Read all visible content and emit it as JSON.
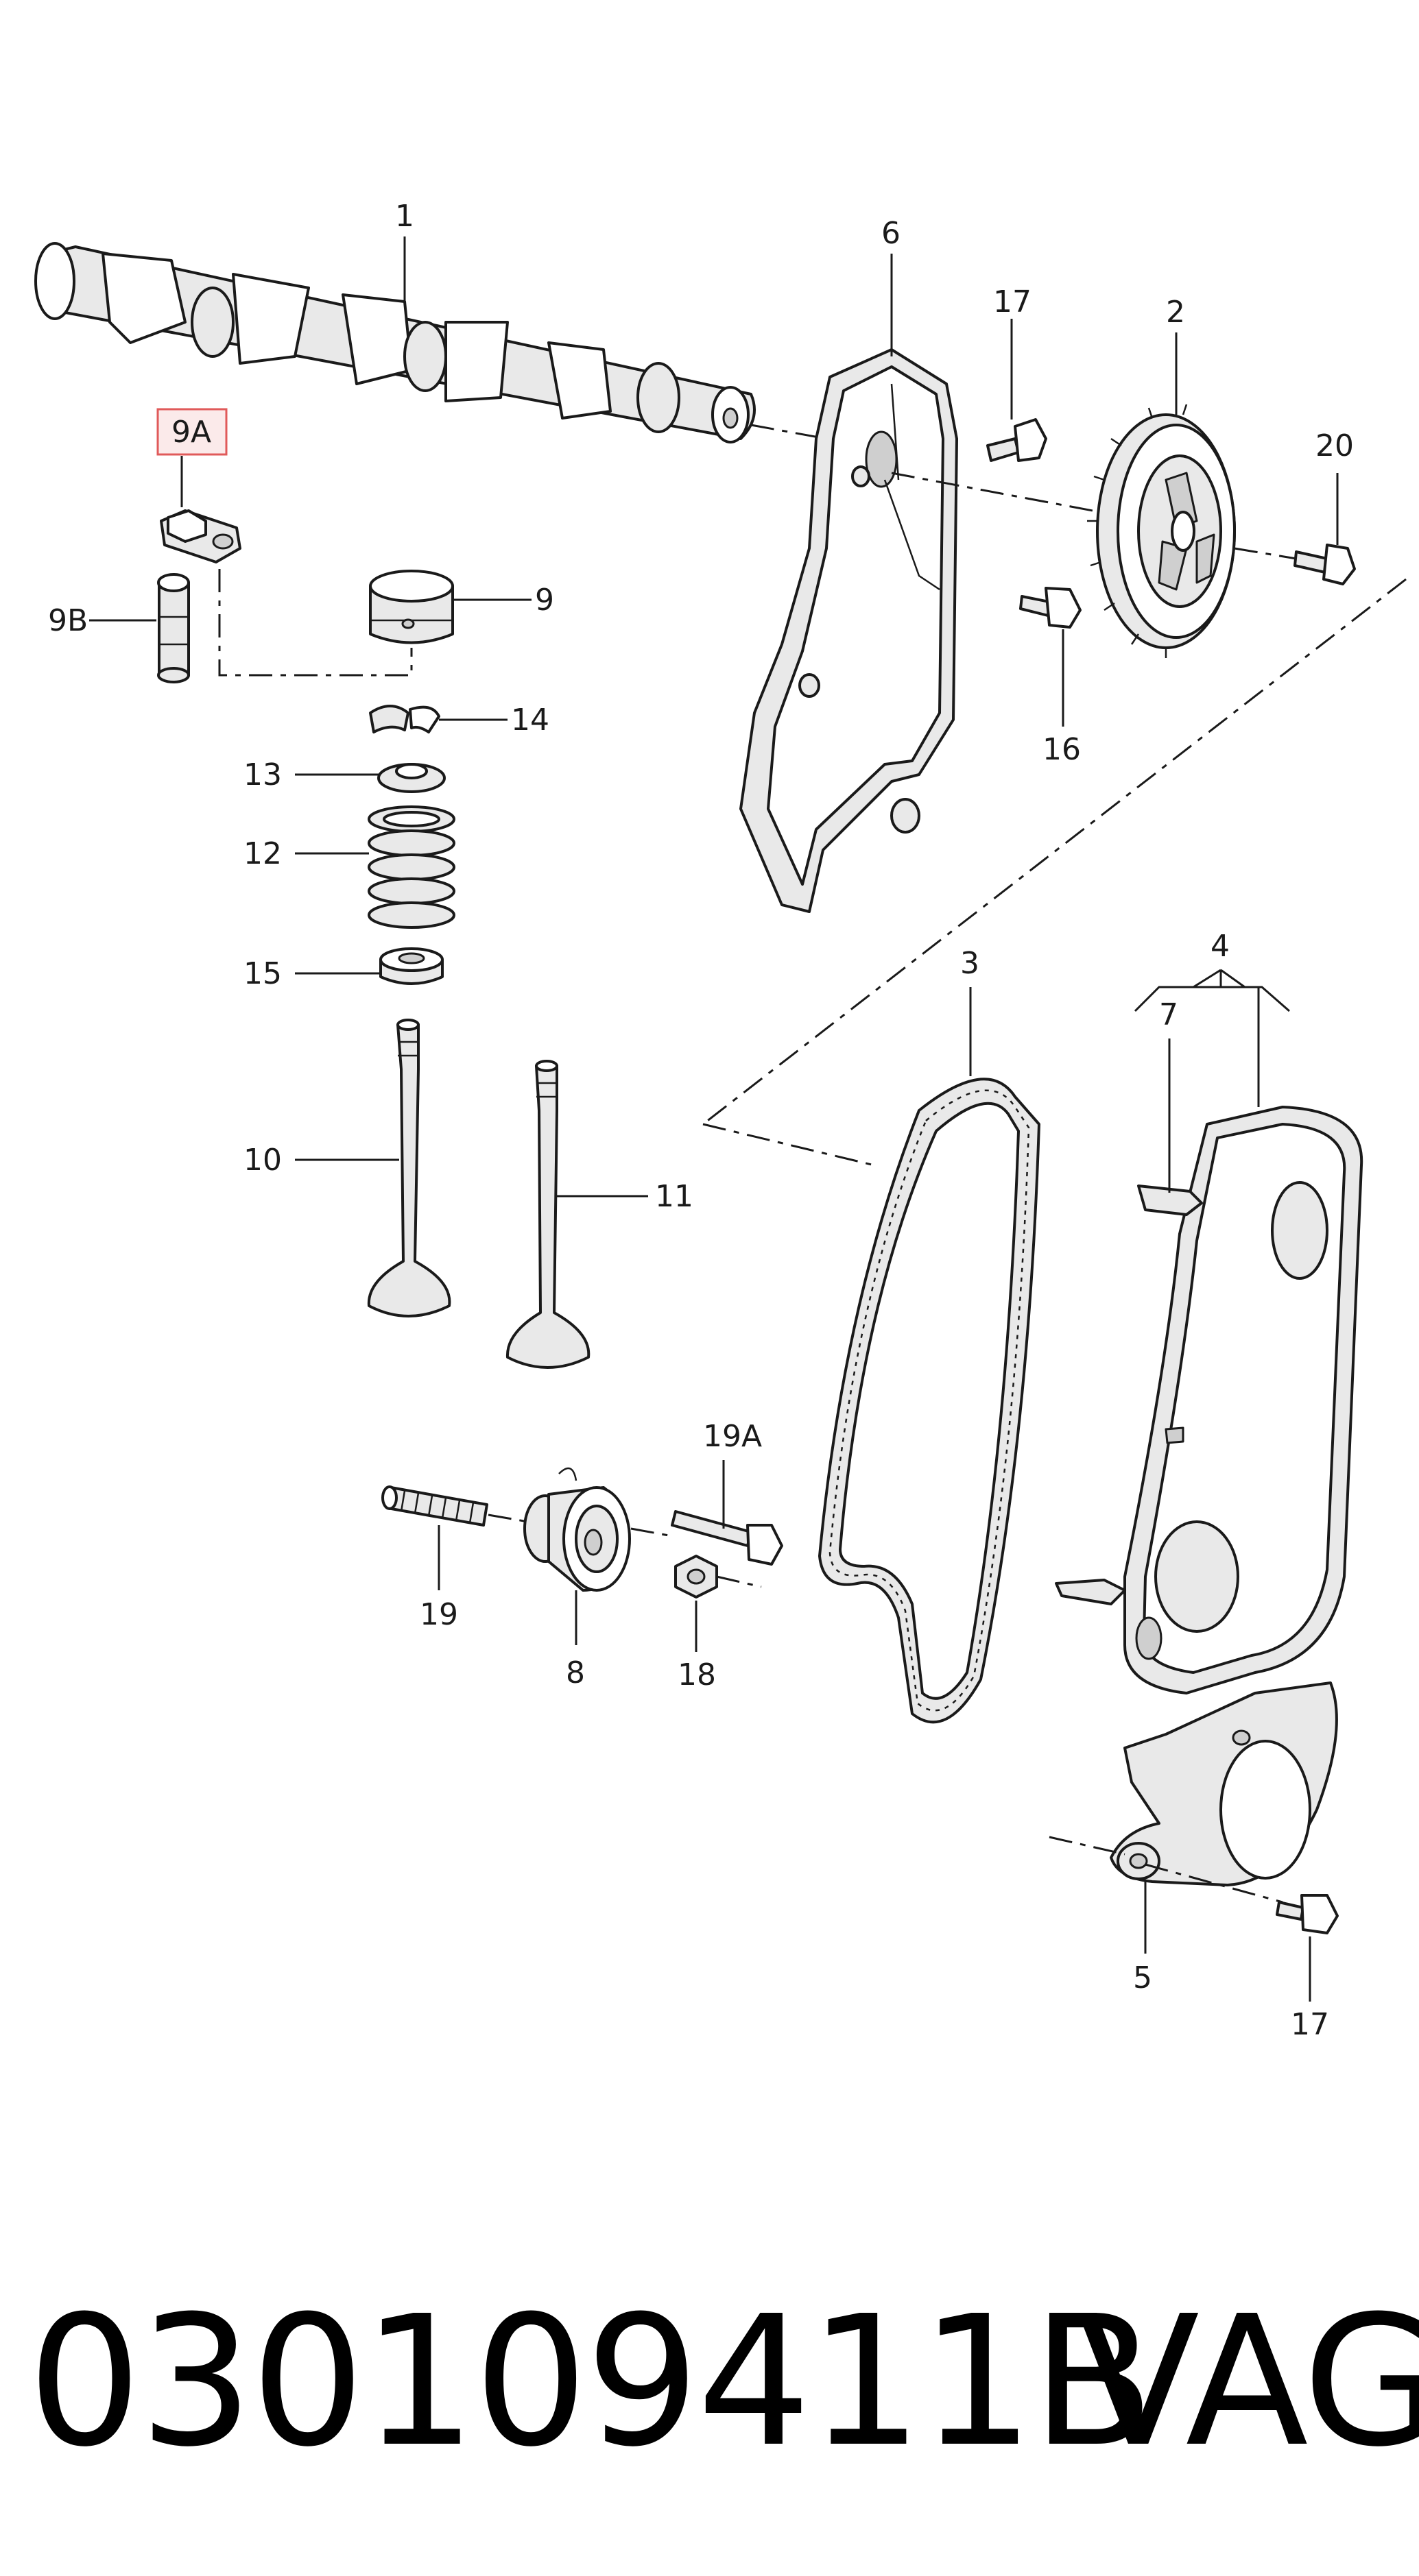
{
  "diagram": {
    "callouts": {
      "c1": "1",
      "c2": "2",
      "c3": "3",
      "c4": "4",
      "c5": "5",
      "c6": "6",
      "c7": "7",
      "c8": "8",
      "c9": "9",
      "c9A": "9A",
      "c9B": "9B",
      "c10": "10",
      "c11": "11",
      "c12": "12",
      "c13": "13",
      "c14": "14",
      "c15": "15",
      "c16": "16",
      "c17a": "17",
      "c17b": "17",
      "c18": "18",
      "c19": "19",
      "c19A": "19A",
      "c20": "20"
    },
    "highlight_color": "#e05a5a",
    "highlight_fill": "#fbeaea"
  },
  "footer": {
    "part_number": "030109411B",
    "brand": "VAG"
  }
}
